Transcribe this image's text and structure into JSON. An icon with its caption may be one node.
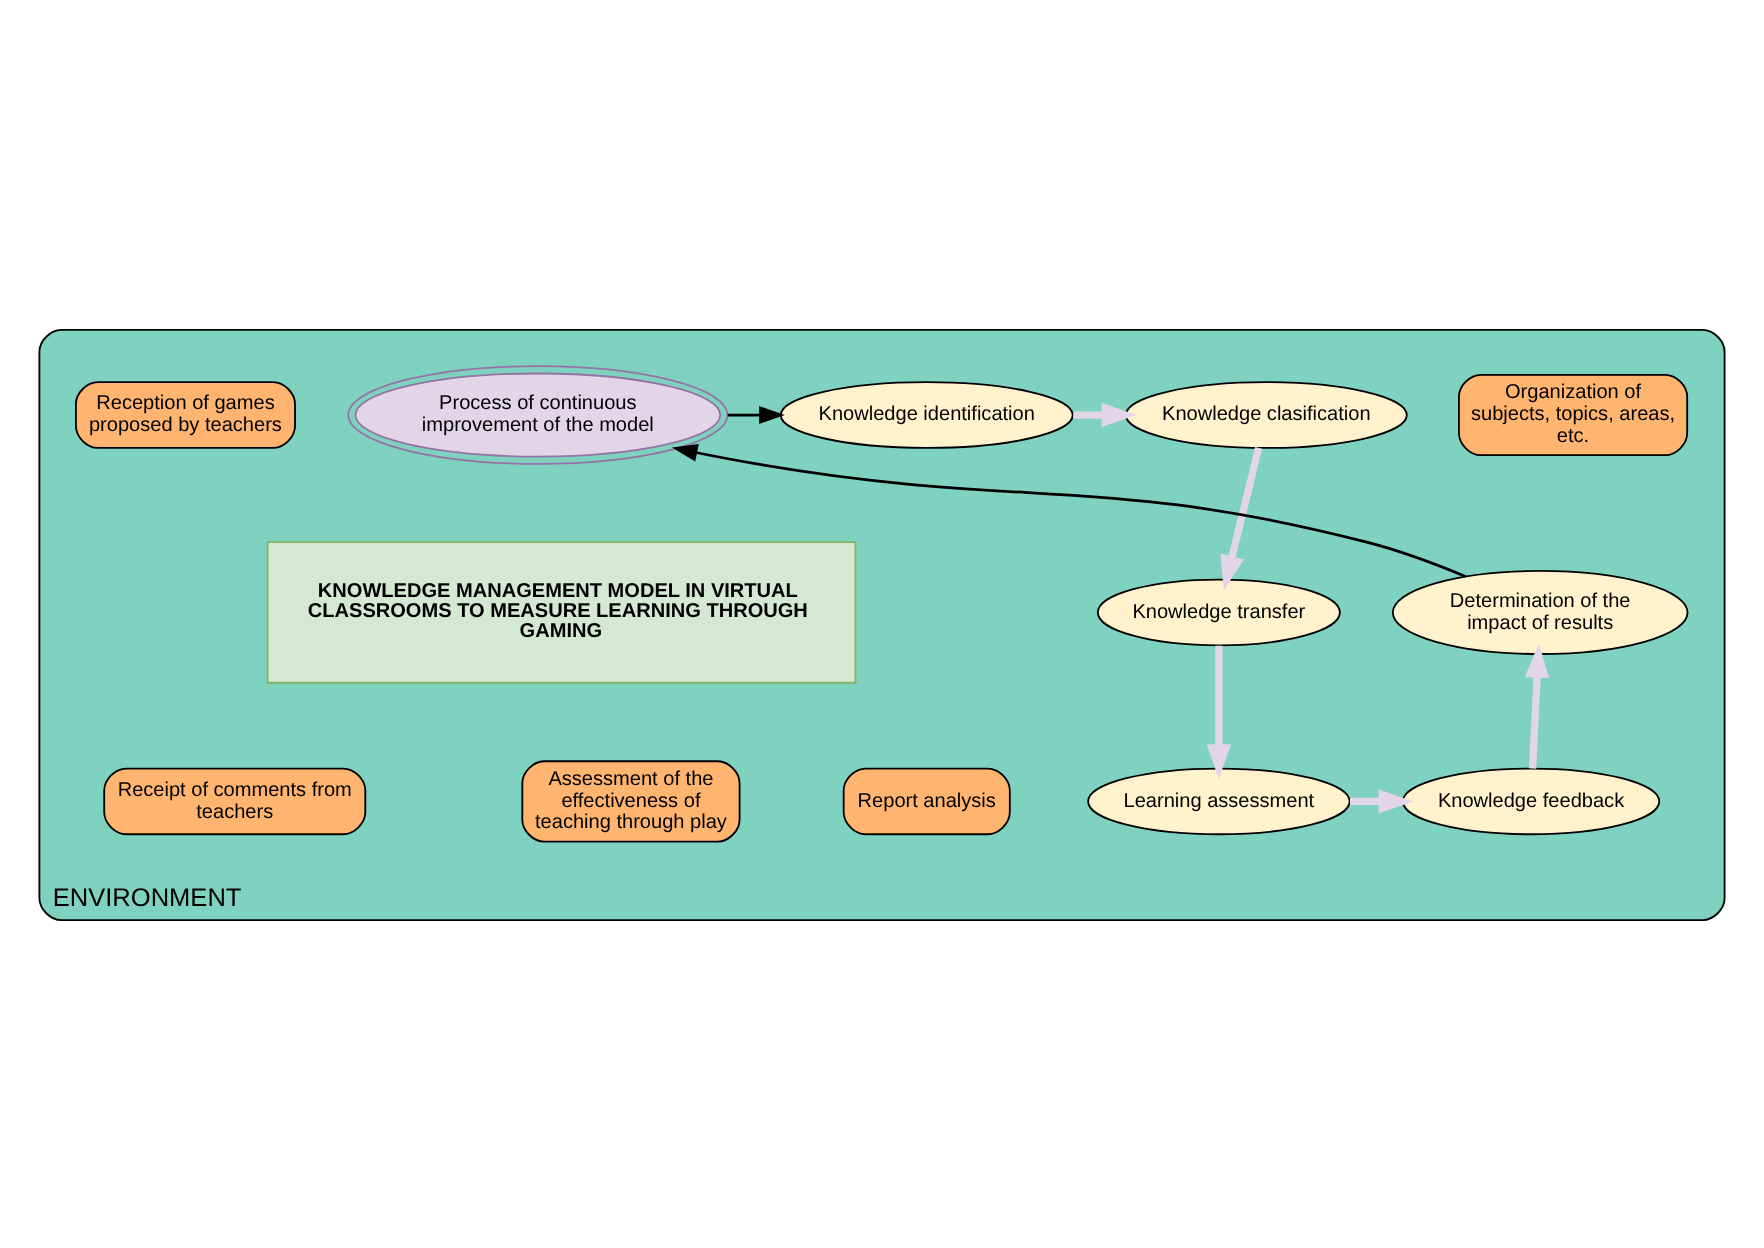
{
  "diagram": {
    "nodes": [
      {
        "text": [
          "ENVIRONMENT"
        ]
      },
      {
        "text": [
          "Organization of subjects, topics, areas, etc."
        ],
        "in": 0
      },
      {
        "text": [
          "Process of continuous improvement of the model"
        ],
        "in": 0
      },
      {
        "text": [
          "Knowledge identification"
        ],
        "in": 0
      },
      {
        "text": [
          "Knowledge clasification"
        ],
        "in": 0
      },
      {
        "text": [
          "Reception of games proposed by teachers"
        ],
        "in": 0
      },
      {
        "text": [
          "KNOWLEDGE MANAGEMENT MODEL IN VIRTUAL CLASSROOMS TO MEASURE LEARNING THROUGH GAMING"
        ],
        "in": 0
      },
      {
        "text": [
          "Determination of the impact of results"
        ],
        "in": 0
      },
      {
        "text": [
          "Knowledge transfer"
        ],
        "in": 0
      },
      {
        "text": [
          "Report analysis"
        ],
        "in": 0
      },
      {
        "text": [
          "Knowledge feedback"
        ],
        "in": 0
      },
      {
        "text": [
          "Learning assessment"
        ],
        "in": 0
      },
      {
        "text": [
          "Assessment of the effectiveness of teaching through play"
        ],
        "in": 0
      },
      {
        "text": [
          "Receipt of comments from teachers"
        ],
        "in": 0
      }
    ],
    "edges": [
      {
        "from": 2,
        "to": 3,
        "arrow": "to",
        "color": "#000000"
      },
      {
        "from": 3,
        "to": 4,
        "arrow": "to"
      },
      {
        "from": 4,
        "to": 8,
        "arrow": "to"
      },
      {
        "from": 8,
        "to": 11,
        "arrow": "to"
      },
      {
        "from": 11,
        "to": 10,
        "arrow": "to"
      },
      {
        "from": 10,
        "to": 7,
        "arrow": "to"
      },
      {
        "from": 7,
        "to": 2,
        "arrow": "to",
        "color": "#000000"
      }
    ]
  }
}
